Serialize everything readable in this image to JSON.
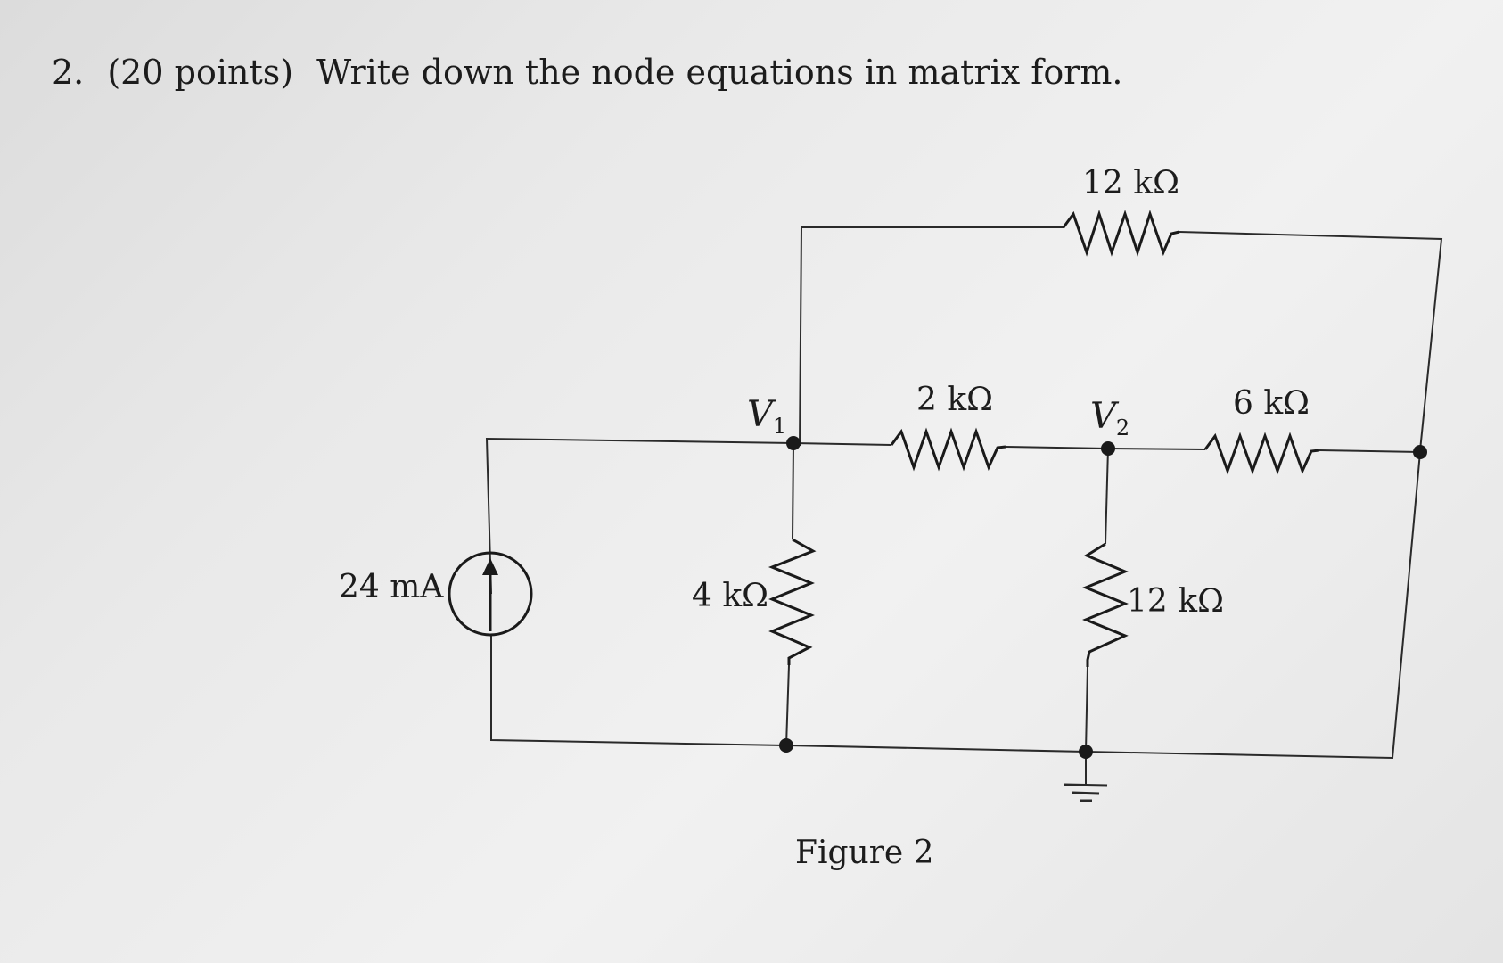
{
  "question": {
    "number": "2.",
    "points": "(20 points)",
    "prompt": "Write down the node equations in matrix form."
  },
  "figure": {
    "caption": "Figure 2"
  },
  "circuit": {
    "current_source": {
      "label": "24 mA",
      "direction": "up"
    },
    "nodes": {
      "v1": {
        "symbol": "V",
        "subscript": "1"
      },
      "v2": {
        "symbol": "V",
        "subscript": "2"
      }
    },
    "resistors": {
      "r_top": {
        "label": "12 kΩ"
      },
      "r_v1_v2": {
        "label": "2 kΩ"
      },
      "r_v2_right": {
        "label": "6 kΩ"
      },
      "r_v1_ground": {
        "label": "4 kΩ"
      },
      "r_v2_ground": {
        "label": "12 kΩ"
      }
    },
    "ground": {
      "present": true
    }
  },
  "colors": {
    "ink": "#1a1a1a",
    "paper": "#e8e8e8"
  }
}
